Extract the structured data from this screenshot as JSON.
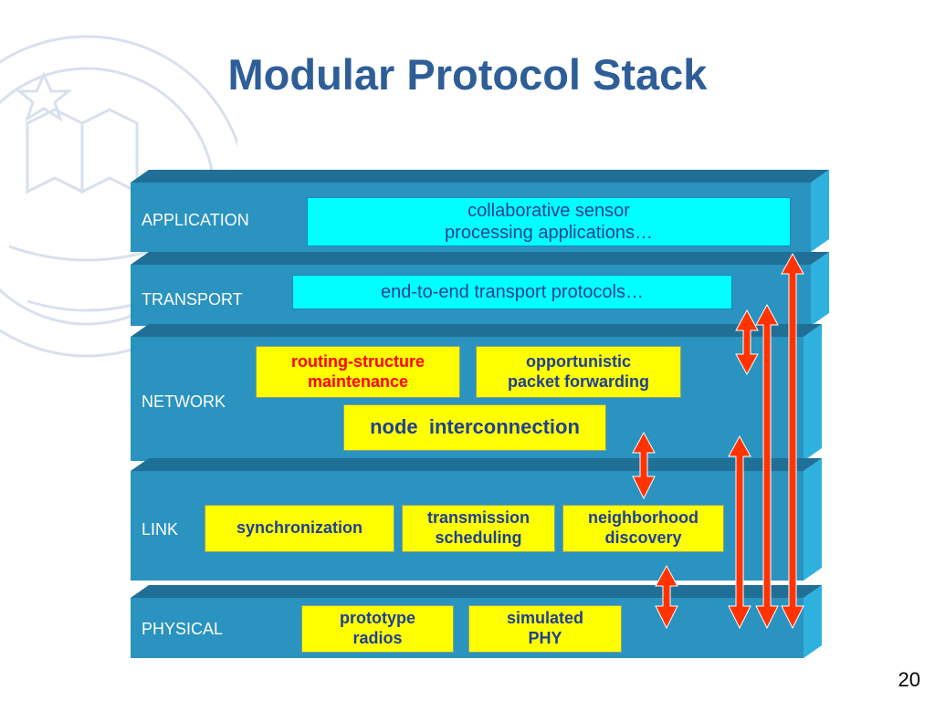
{
  "title": "Modular Protocol Stack",
  "layers": {
    "application": "APPLICATION",
    "transport": "TRANSPORT",
    "network": "NETWORK",
    "link": "LINK",
    "physical": "PHYSICAL"
  },
  "boxes": {
    "app_line1": "collaborative sensor",
    "app_line2": "processing applications…",
    "transport": "end-to-end transport protocols…",
    "routing_line1": "routing-structure",
    "routing_line2": "maintenance",
    "opp_line1": "opportunistic",
    "opp_line2": "packet forwarding",
    "node_interconnection": "node  interconnection",
    "sync": "synchronization",
    "tx_line1": "transmission",
    "tx_line2": "scheduling",
    "nbr_line1": "neighborhood",
    "nbr_line2": "discovery",
    "proto_line1": "prototype",
    "proto_line2": "radios",
    "sim_line1": "simulated",
    "sim_line2": "PHY"
  },
  "page_number": "20",
  "colors": {
    "title": "#2e5e97",
    "layer_front": "#2a93c0",
    "layer_top": "#206f96",
    "layer_side": "#2fb1e0",
    "arrow": "#ff3300",
    "box_yellow": "#ffff00",
    "box_cyan": "#00ffff"
  }
}
